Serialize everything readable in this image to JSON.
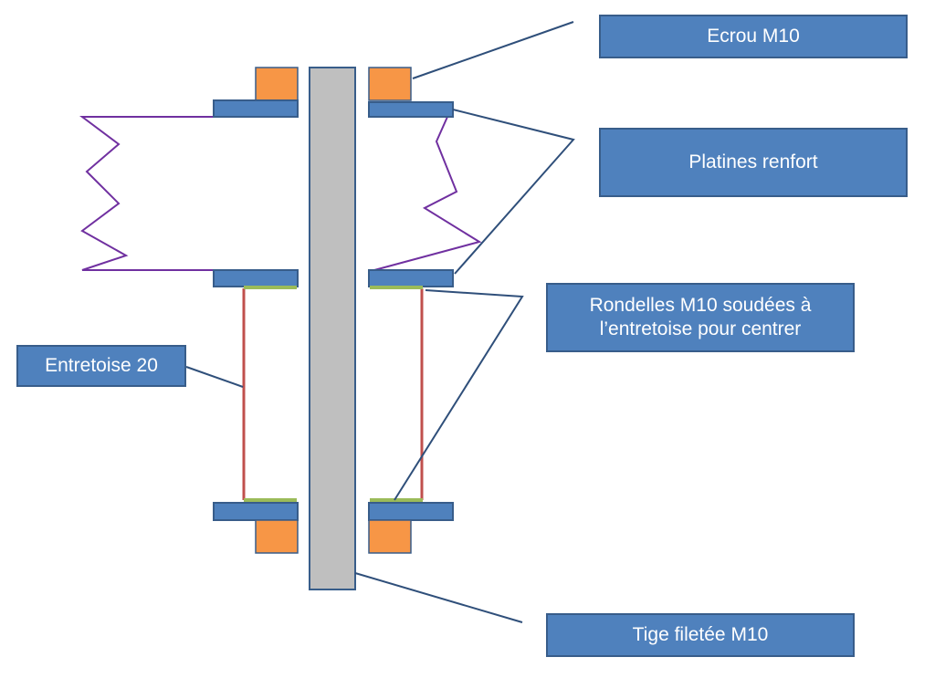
{
  "labels": {
    "ecrou": "Ecrou M10",
    "platines": "Platines renfort",
    "rondelles_line1": "Rondelles M10 soudées à",
    "rondelles_line2": "l’entretoise pour centrer",
    "entretoise": "Entretoise 20",
    "tige": "Tige filetée M10"
  },
  "colors": {
    "label_fill": "#4f81bd",
    "label_border": "#385d8a",
    "rod_fill": "#bfbfbf",
    "rod_border": "#385d8a",
    "nut_fill": "#f79646",
    "plate_fill": "#4f81bd",
    "washer_fill": "#9bbb59",
    "spacer_line": "#c0504d",
    "wood_outline": "#7030a0",
    "leader_line": "#2f4f7a"
  }
}
